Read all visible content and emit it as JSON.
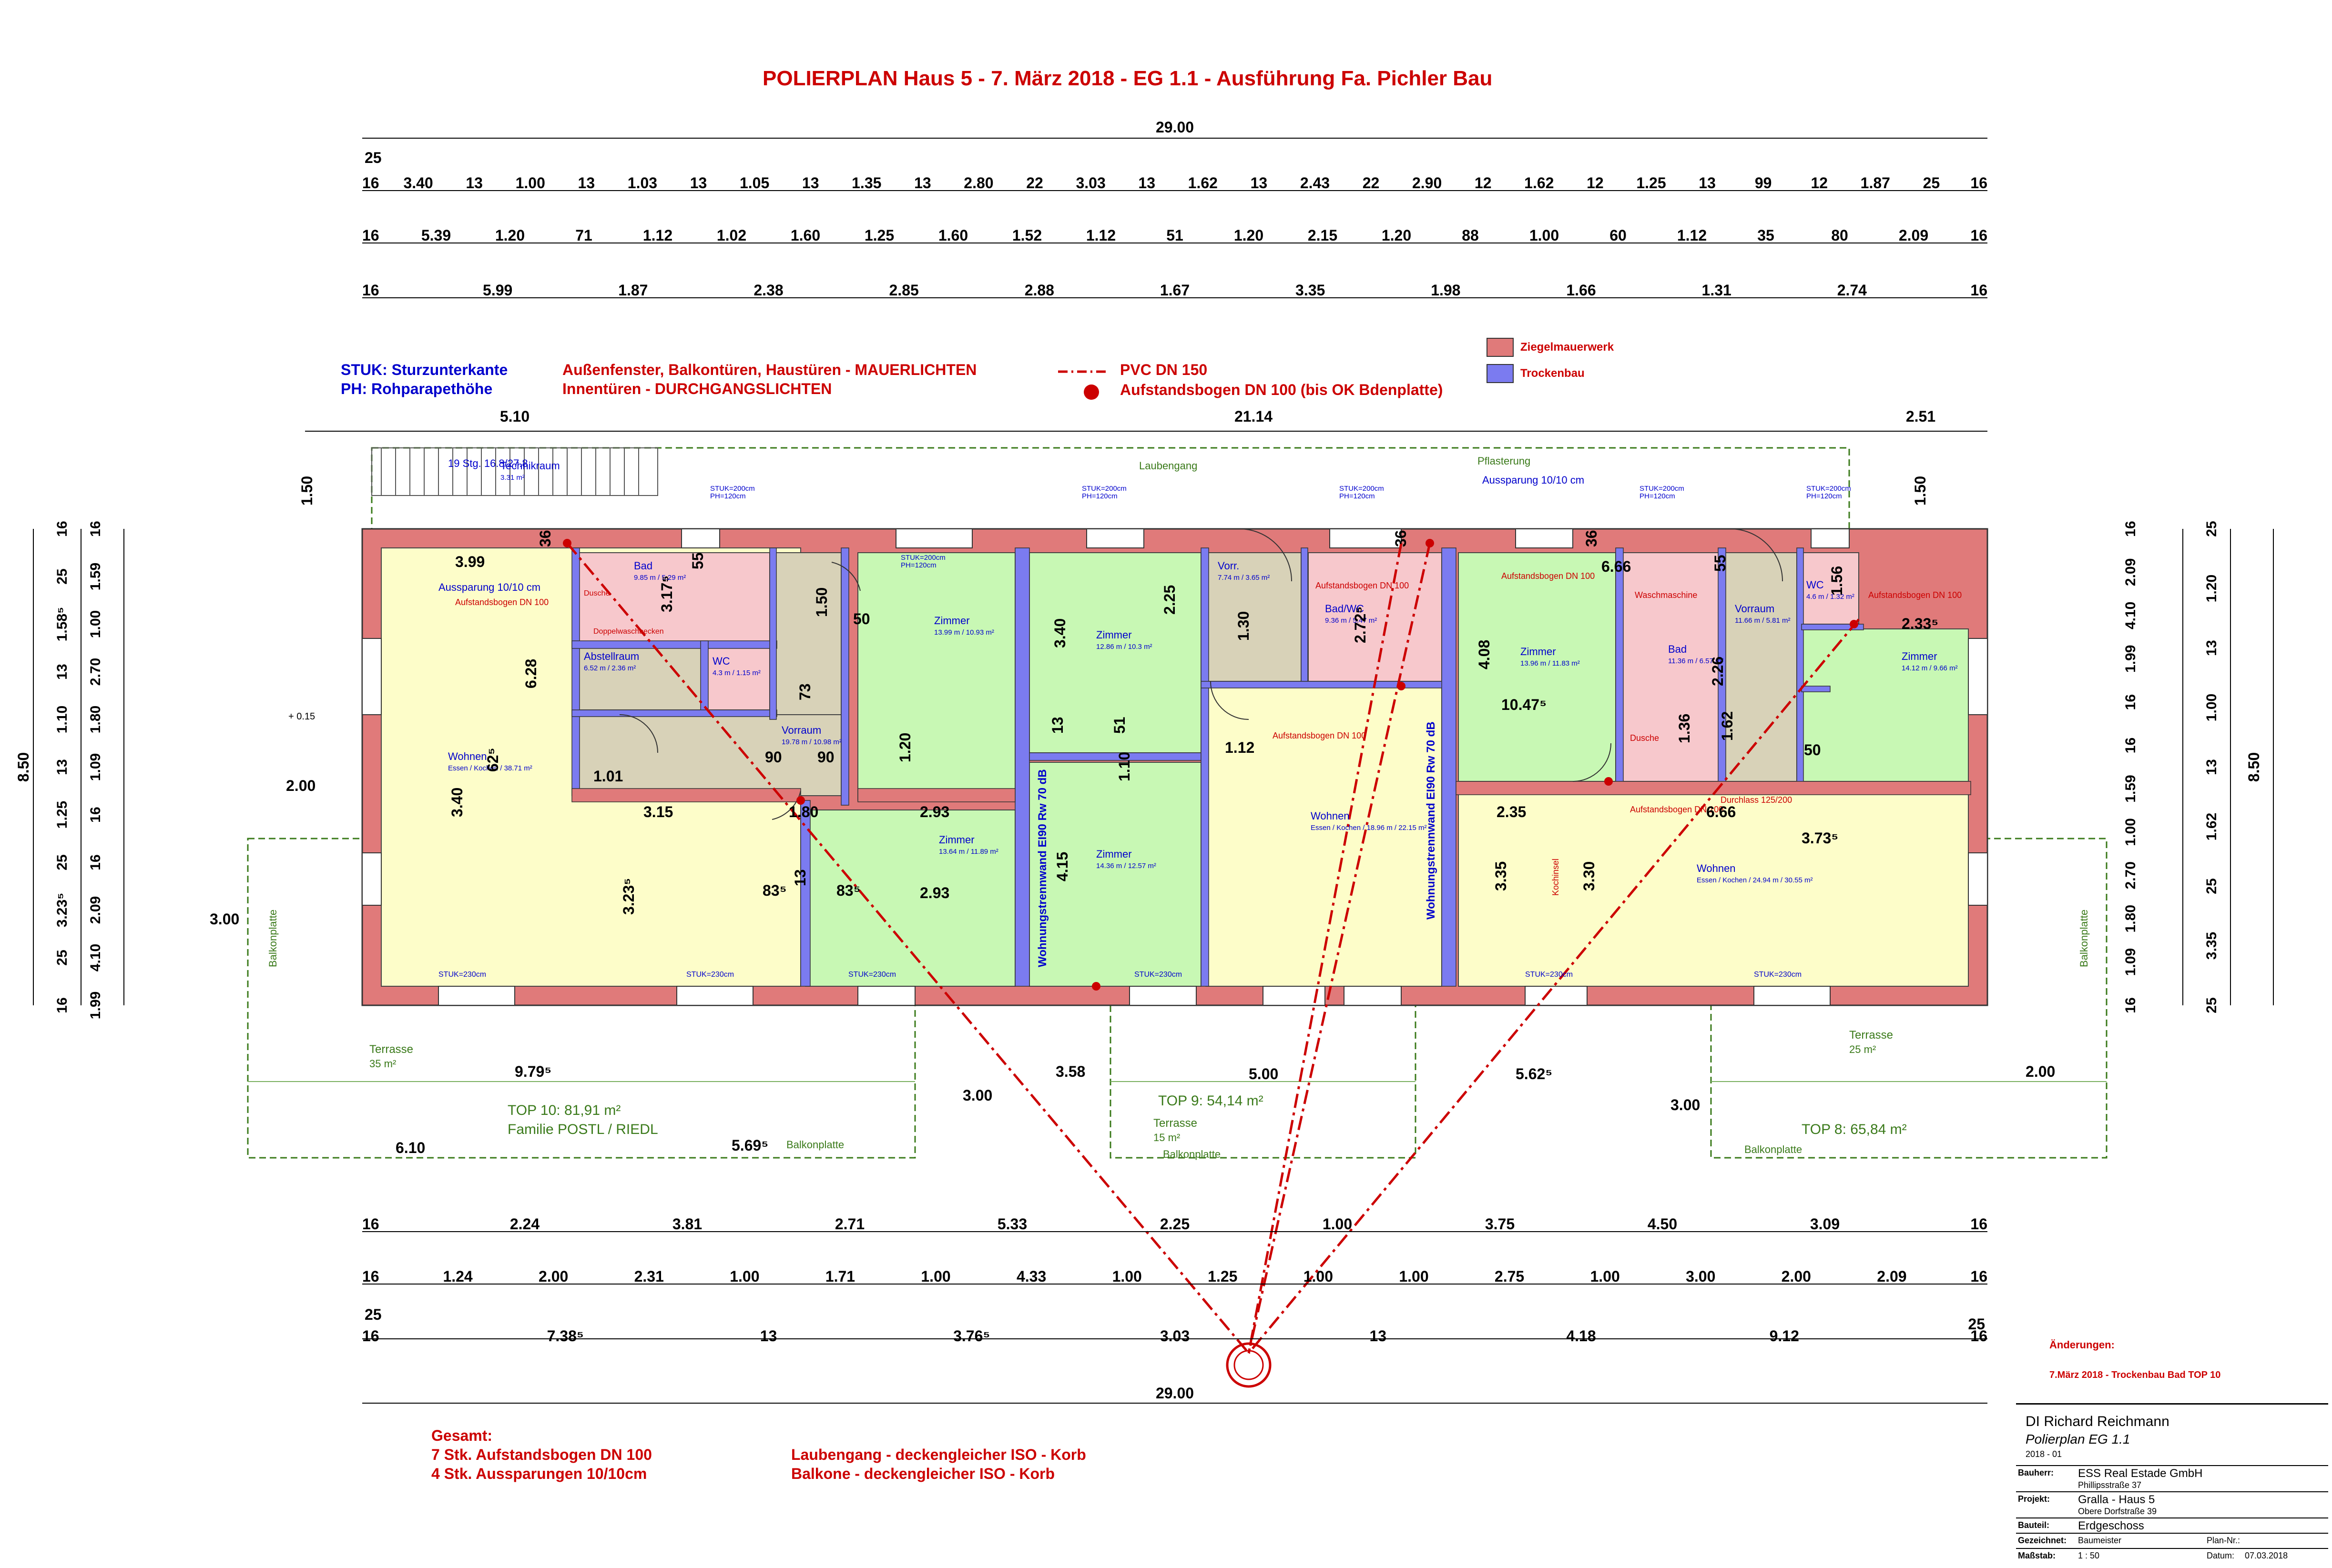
{
  "title": "POLIERPLAN Haus 5 - 7. März 2018 - EG 1.1 - Ausführung Fa. Pichler Bau",
  "notes": {
    "stuk": "STUK: Sturzunterkante",
    "ph": "PH: Rohparapethöhe",
    "red1": "Außenfenster, Balkontüren, Haustüren - MAUERLICHTEN",
    "red2": "Innentüren - DURCHGANGSLICHTEN",
    "pvc": "PVC DN 150",
    "bogen": "Aufstandsbogen DN 100 (bis OK Bdenplatte)",
    "gesamt_title": "Gesamt:",
    "gesamt1": "7 Stk. Aufstandsbogen DN 100",
    "gesamt2": "4 Stk. Aussparungen 10/10cm",
    "iso1": "Laubengang - deckengleicher ISO - Korb",
    "iso2": "Balkone - deckengleicher ISO - Korb"
  },
  "legend": {
    "ziegel": "Ziegelmauerwerk",
    "trocken": "Trockenbau",
    "colors": {
      "ziegel": "#e07a7a",
      "trocken": "#7b7bf0",
      "pvc": "#cc0000"
    }
  },
  "colors": {
    "top10": "#fdfdc9",
    "green": "#c8f8b4",
    "grey": "#d8d2b8",
    "pink": "#f7c8cc",
    "blue": "#0000cc",
    "red": "#cc0000",
    "olive": "#3a7a1a"
  },
  "dims_top": {
    "total": "29.00",
    "row0": "25",
    "row1": [
      "16",
      "3.40",
      "13",
      "1.00",
      "13",
      "1.03",
      "13",
      "1.05",
      "13",
      "1.35",
      "13",
      "2.80",
      "22",
      "3.03",
      "13",
      "1.62",
      "13",
      "2.43",
      "22",
      "2.90",
      "12",
      "1.62",
      "12",
      "1.25",
      "13",
      "99",
      "12",
      "1.87",
      "25",
      "16"
    ],
    "row2": [
      "16",
      "5.39",
      "1.20",
      "71",
      "1.12",
      "1.02",
      "1.60",
      "1.25",
      "1.60",
      "1.52",
      "1.12",
      "51",
      "1.20",
      "2.15",
      "1.20",
      "88",
      "1.00",
      "60",
      "1.12",
      "35",
      "80",
      "2.09",
      "16"
    ],
    "row3": [
      "16",
      "5.99",
      "1.87",
      "2.38",
      "2.85",
      "2.88",
      "1.67",
      "3.35",
      "1.98",
      "1.66",
      "1.31",
      "2.74",
      "16"
    ],
    "row4": [
      "5.10",
      "21.14",
      "2.51"
    ]
  },
  "dims_bottom": {
    "row1": [
      "16",
      "2.24",
      "3.81",
      "2.71",
      "5.33",
      "2.25",
      "1.00",
      "3.75",
      "4.50",
      "3.09",
      "16"
    ],
    "row2": [
      "16",
      "1.24",
      "2.00",
      "2.31",
      "1.00",
      "1.71",
      "1.00",
      "4.33",
      "1.00",
      "1.25",
      "1.00",
      "1.00",
      "2.75",
      "1.00",
      "3.00",
      "2.00",
      "2.09",
      "16"
    ],
    "row3a": "25",
    "row3": [
      "16",
      "7.38⁵",
      "13",
      "3.76⁵",
      "3.03",
      "13",
      "4.18",
      "9.12",
      "16"
    ],
    "row3b": "25",
    "total": "29.00"
  },
  "dims_left": [
    "16",
    "25",
    "1.58⁵",
    "13",
    "1.10",
    "13",
    "1.25",
    "25",
    "3.23⁵",
    "25",
    "16",
    "16",
    "1.59",
    "1.00",
    "2.70",
    "1.80",
    "1.09",
    "16",
    "16",
    "2.09",
    "4.10",
    "1.99",
    "16",
    "8.50",
    "1.50"
  ],
  "dims_right": [
    "16",
    "2.09",
    "4.10",
    "1.99",
    "16",
    "16",
    "1.59",
    "1.00",
    "2.70",
    "1.80",
    "1.09",
    "16",
    "25",
    "1.20",
    "13",
    "1.00",
    "13",
    "1.62",
    "25",
    "3.35",
    "25",
    "8.50",
    "1.50"
  ],
  "rooms": [
    {
      "name": "Technikraum",
      "area": "3.31 m²"
    },
    {
      "name": "Bad",
      "area": "9.85 m / 5.29 m²"
    },
    {
      "name": "Abstellraum",
      "area": "6.52 m / 2.36 m²"
    },
    {
      "name": "WC",
      "area": "4.3 m / 1.15 m²"
    },
    {
      "name": "Vorraum",
      "area": "19.78 m / 10.98 m²"
    },
    {
      "name": "Wohnen",
      "area": "Essen / Kochen / 38.71 m²"
    },
    {
      "name": "Zimmer",
      "area": "13.99 m / 10.93 m²"
    },
    {
      "name": "Zimmer",
      "area": "13.64 m / 11.89 m²"
    },
    {
      "name": "Zimmer",
      "area": "12.86 m / 10.3 m²"
    },
    {
      "name": "Zimmer",
      "area": "14.36 m / 12.57 m²"
    },
    {
      "name": "Vorr.",
      "area": "7.74 m / 3.65 m²"
    },
    {
      "name": "Bad/WC",
      "area": "9.36 m / 5.47 m²"
    },
    {
      "name": "Wohnen",
      "area": "Essen / Kochen / 18.96 m / 22.15 m²"
    },
    {
      "name": "Zimmer",
      "area": "13.96 m / 11.83 m²"
    },
    {
      "name": "Bad",
      "area": "11.36 m / 6.57 m²"
    },
    {
      "name": "Vorraum",
      "area": "11.66 m / 5.81 m²"
    },
    {
      "name": "WC",
      "area": "4.6 m / 1.32 m²"
    },
    {
      "name": "Zimmer",
      "area": "14.12 m / 9.66 m²"
    },
    {
      "name": "Wohnen",
      "area": "Essen / Kochen / 24.94 m / 30.55 m²"
    }
  ],
  "plan_labels": {
    "stg": "19 Stg. 16.8/27.8",
    "laubengang": "Laubengang",
    "pflasterung": "Pflasterung",
    "ausspar": "Aussparung 10/10 cm",
    "bogen_small": "Aufstandsbogen DN 100",
    "wand1": "Wohnungstrennwand EI90 Rw 70 dB",
    "wand2": "Wohnungstrennwand EI90 Rw 70 dB",
    "terrasse10": "Terrasse",
    "terrasse10_area": "35 m²",
    "terrasse9": "Terrasse",
    "terrasse9_area": "15 m²",
    "terrasse8": "Terrasse",
    "terrasse8_area": "25 m²",
    "balkonplatte": "Balkonplatte",
    "top10": "TOP 10: 81,91 m²",
    "familie": "Familie POSTL / RIEDL",
    "top9": "TOP 9: 54,14 m²",
    "top8": "TOP 8: 65,84 m²",
    "stuk230": "STUK=230cm",
    "stuk200": "STUK=200cm",
    "ph120": "PH=120cm",
    "dusche": "Dusche",
    "doppel": "Doppelwaschbecken",
    "waschmaschine": "Waschmaschine",
    "kochinsel": "Kochinsel",
    "durchlass": "Durchlass 125/200",
    "plus015": "+ 0.15"
  },
  "plan_dims": [
    "3.99",
    "6.28",
    "3.40",
    "3.15",
    "1.01",
    "1.80",
    "2.93",
    "2.93",
    "1.20",
    "90",
    "90",
    "73",
    "50",
    "1.50",
    "3.17⁵",
    "55",
    "3.40",
    "2.25",
    "1.30",
    "2.72⁵",
    "13",
    "51",
    "1.10",
    "4.15",
    "1.12",
    "4.08",
    "10.47⁵",
    "6.66",
    "55",
    "2.26",
    "1.62",
    "1.36",
    "50",
    "1.56",
    "2.33⁵",
    "2.35",
    "3.35",
    "3.30",
    "6.66",
    "3.73⁵",
    "62⁵",
    "3.23⁵",
    "83⁵",
    "13",
    "83⁵",
    "2.00",
    "3.00",
    "3.00",
    "3.00",
    "9.79⁵",
    "6.10",
    "5.69⁵",
    "3.58",
    "5.00",
    "5.62⁵",
    "2.00",
    "36",
    "36",
    "36"
  ],
  "changes": {
    "title": "Änderungen:",
    "entry": "7.März 2018 - Trockenbau Bad TOP 10"
  },
  "titleblock": {
    "architect": "DI Richard Reichmann",
    "plan": "Polierplan EG 1.1",
    "code": "2018 - 01",
    "bauherr_lbl": "Bauherr:",
    "bauherr": "ESS Real Estade GmbH",
    "bauherr_addr": "Phillipsstraße 37",
    "projekt_lbl": "Projekt:",
    "projekt": "Gralla - Haus 5",
    "projekt_addr": "Obere Dorfstraße 39",
    "bauteil_lbl": "Bauteil:",
    "bauteil": "Erdgeschoss",
    "gez_lbl": "Gezeichnet:",
    "gez": "Baumeister",
    "plannr_lbl": "Plan-Nr.:",
    "mass_lbl": "Maßstab:",
    "mass": "1 : 50",
    "datum_lbl": "Datum:",
    "datum": "07.03.2018"
  }
}
